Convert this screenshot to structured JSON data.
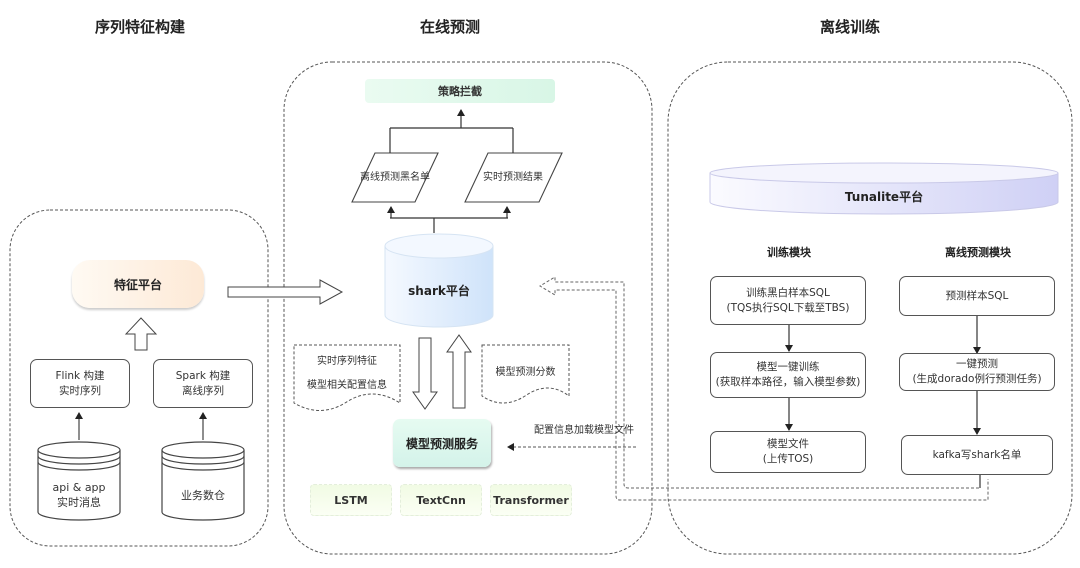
{
  "sections": {
    "feature_build": "序列特征构建",
    "online_predict": "在线预测",
    "offline_train": "离线训练"
  },
  "feature_build": {
    "platform": "特征平台",
    "flink_box": [
      "Flink 构建",
      "实时序列"
    ],
    "spark_box": [
      "Spark 构建",
      "离线序列"
    ],
    "api_db": [
      "api & app",
      "实时消息"
    ],
    "warehouse_db": "业务数仓"
  },
  "online_predict": {
    "strategy": "策略拦截",
    "offline_blacklist": "离线预测黑名单",
    "realtime_result": "实时预测结果",
    "shark_platform": "shark平台",
    "input_doc": [
      "实时序列特征",
      "模型相关配置信息"
    ],
    "score_doc": "模型预测分数",
    "model_service": "模型预测服务",
    "config_load_label": "配置信息加载模型文件",
    "models": [
      "LSTM",
      "TextCnn",
      "Transformer"
    ]
  },
  "offline_train": {
    "platform": "Tunalite平台",
    "train_module": {
      "title": "训练模块",
      "steps": [
        [
          "训练黑白样本SQL",
          "(TQS执行SQL下载至TBS)"
        ],
        [
          "模型一键训练",
          "(获取样本路径，输入模型参数)"
        ],
        [
          "模型文件",
          "(上传TOS)"
        ]
      ]
    },
    "predict_module": {
      "title": "离线预测模块",
      "steps": [
        [
          "预测样本SQL"
        ],
        [
          "一键预测",
          "(生成dorado例行预测任务)"
        ],
        [
          "kafka写shark名单"
        ]
      ]
    }
  }
}
